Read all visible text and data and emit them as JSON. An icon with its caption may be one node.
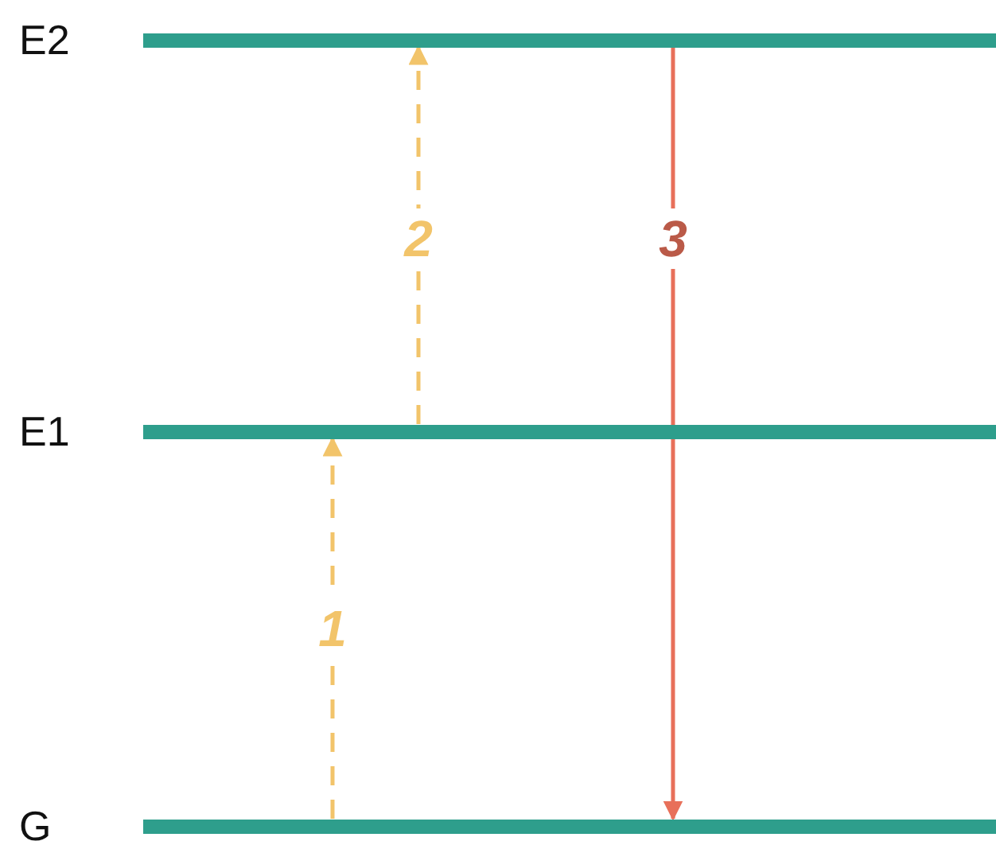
{
  "diagram": {
    "nodes": [
      {
        "text": [],
        "shape": "bar",
        "beside": [
          "E2"
        ]
      },
      {
        "text": [],
        "shape": "bar",
        "beside": [
          "E1"
        ]
      },
      {
        "text": [],
        "shape": "bar",
        "beside": [
          "G"
        ]
      }
    ],
    "edges": [
      {
        "from": 2,
        "to": 1,
        "arrow": "to",
        "label": "1",
        "style": "dashed",
        "color": "#f2c46a"
      },
      {
        "from": 1,
        "to": 0,
        "arrow": "to",
        "label": "2",
        "style": "dashed",
        "color": "#f2c46a"
      },
      {
        "from": 0,
        "to": 2,
        "arrow": "to",
        "label": "3",
        "color": "#e8705a"
      }
    ]
  }
}
